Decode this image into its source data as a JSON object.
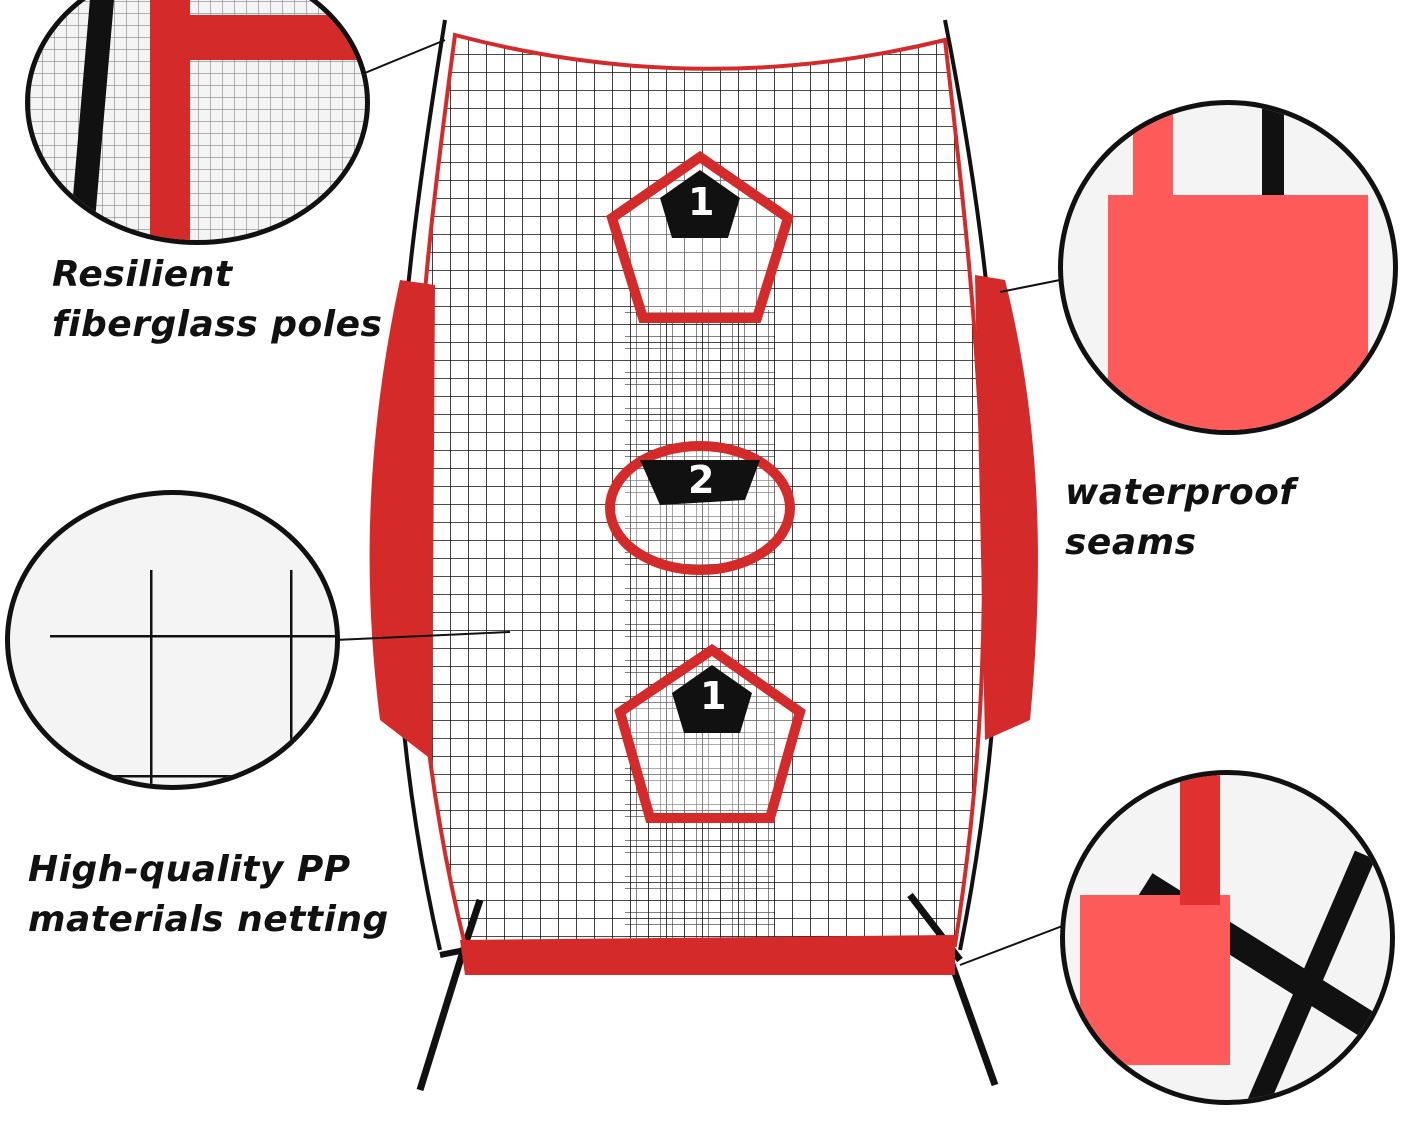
{
  "callouts": {
    "top_left": {
      "line1": "Resilient",
      "line2": "fiberglass poles"
    },
    "bottom_left": {
      "line1": "High-quality PP",
      "line2": "materials netting"
    },
    "right": {
      "text": "waterproof seams"
    }
  },
  "targets": [
    {
      "shape": "pentagon",
      "number": "1"
    },
    {
      "shape": "oval",
      "number": "2"
    },
    {
      "shape": "pentagon",
      "number": "1"
    }
  ],
  "colors": {
    "accent_red": "#d42a2a",
    "frame_black": "#111111",
    "background": "#ffffff"
  }
}
